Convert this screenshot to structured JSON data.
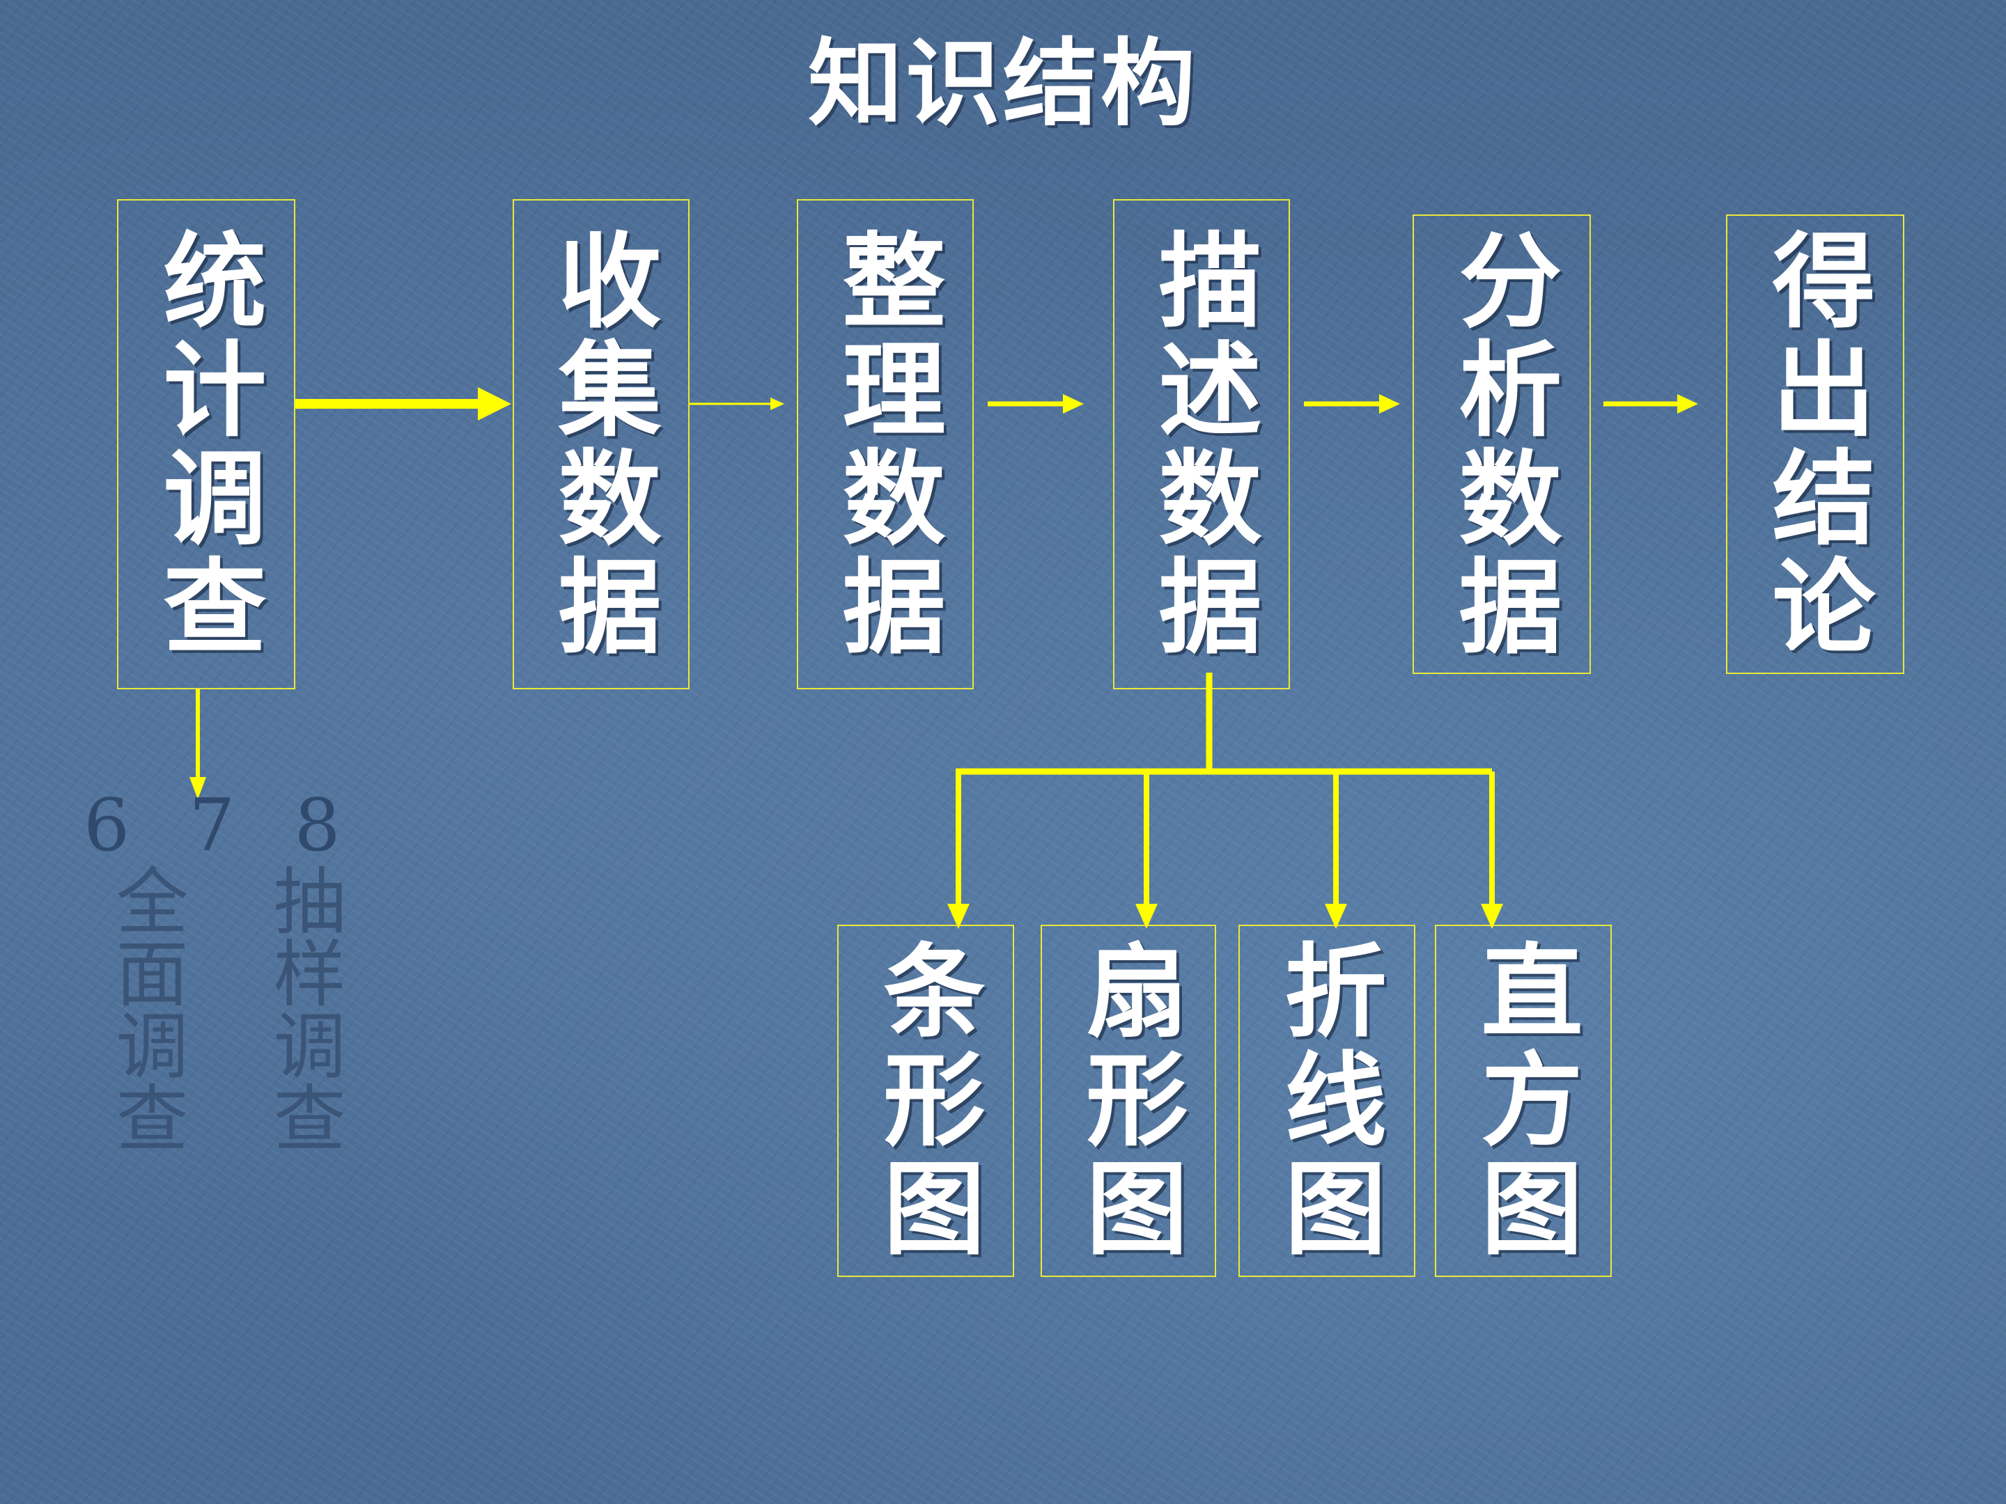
{
  "title": "知识结构",
  "steps": [
    {
      "id": "survey",
      "text": "统计调查"
    },
    {
      "id": "collect",
      "text": "收集数据"
    },
    {
      "id": "organize",
      "text": "整理数据"
    },
    {
      "id": "describe",
      "text": "描述数据"
    },
    {
      "id": "analyze",
      "text": "分析数据"
    },
    {
      "id": "conclude",
      "text": "得出结论"
    }
  ],
  "charts": [
    "条形图",
    "扇形图",
    "折线图",
    "直方图"
  ],
  "survey_note": {
    "numbers": "6 7 8",
    "full_survey": "全面调查",
    "sample_survey": "抽样调查"
  },
  "colors": {
    "background": "#48698f",
    "box_border": "#e9e83a",
    "arrow": "#ffff00",
    "text": "#ffffff",
    "note_text": "#3a5578"
  }
}
